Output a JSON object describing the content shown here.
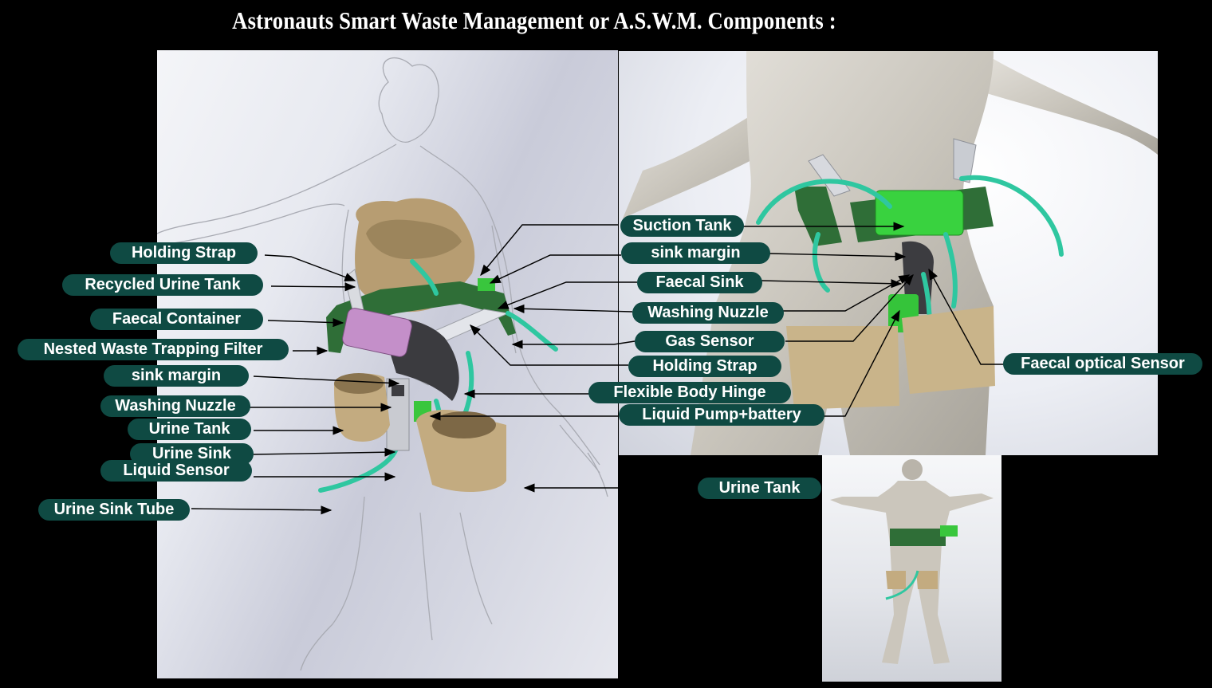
{
  "title": "Astronauts Smart Waste Management or A.S.W.M. Components :",
  "labels": {
    "holding_strap_left": "Holding Strap",
    "recycled_urine_tank": "Recycled Urine Tank",
    "faecal_container": "Faecal Container",
    "nested_waste_filter": "Nested Waste Trapping Filter",
    "sink_margin_left": "sink margin",
    "washing_nuzzle_left": "Washing Nuzzle",
    "urine_tank_left": "Urine Tank",
    "urine_sink": "Urine Sink",
    "liquid_sensor": "Liquid Sensor",
    "urine_sink_tube": "Urine Sink Tube",
    "suction_tank": "Suction Tank",
    "sink_margin_right": "sink margin",
    "faecal_sink": "Faecal Sink",
    "washing_nuzzle_right": "Washing Nuzzle",
    "gas_sensor": "Gas Sensor",
    "holding_strap_right": "Holding Strap",
    "flexible_body_hinge": "Flexible Body Hinge",
    "liquid_pump_battery": "Liquid Pump+battery",
    "faecal_optical_sensor": "Faecal optical Sensor",
    "urine_tank_right": "Urine Tank"
  },
  "colors": {
    "label_bg": "#0f4a43",
    "label_text": "#ffffff",
    "background": "#000000",
    "tube": "#2fc7a0",
    "module_green": "#35c43a",
    "cuff": "#c9b48a"
  }
}
